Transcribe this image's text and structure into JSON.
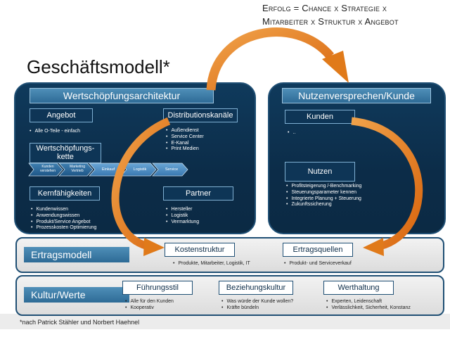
{
  "formula": {
    "line1": "Erfolg = Chance x Strategie x",
    "line2": "Mitarbeiter x Struktur x Angebot"
  },
  "title": "Geschäftsmodell*",
  "left_panel": {
    "header": "Wertschöpfungsarchitektur",
    "angebot": {
      "label": "Angebot",
      "items": [
        "Alle O-Teile - einfach"
      ]
    },
    "distribution": {
      "label": "Distributionskanäle",
      "items": [
        "Außendienst",
        "Service Center",
        "E-Kanal",
        "Print Medien"
      ]
    },
    "wertschoepfung": {
      "label_line1": "Wertschöpfungs-",
      "label_line2": "kette"
    },
    "chain": [
      "Kunden verstehen",
      "Marketing Vertrieb",
      "Einkauf",
      "Logistik",
      "Service"
    ],
    "kern": {
      "label": "Kernfähigkeiten",
      "items": [
        "Kundenwissen",
        "Anwendungswissen",
        "Produkt/Service Angebot",
        "Prozesskosten Optimierung"
      ]
    },
    "partner": {
      "label": "Partner",
      "items": [
        "Hersteller",
        "Logistik",
        "Vermarktung"
      ]
    }
  },
  "right_panel": {
    "header": "Nutzenversprechen/Kunde",
    "kunden": {
      "label": "Kunden",
      "items": [
        ".."
      ]
    },
    "nutzen": {
      "label": "Nutzen",
      "items": [
        "Profitsteigerung /-Benchmarking",
        "Steuerungsparameter kennen",
        "Integrierte Planung + Steuerung",
        "Zukunftssicherung"
      ]
    }
  },
  "ertragsmodell": {
    "label": "Ertragsmodell",
    "kostenstruktur": {
      "label": "Kostenstruktur",
      "items": [
        "Produkte, Mitarbeiter, Logistik, IT"
      ]
    },
    "ertragsquellen": {
      "label": "Ertragsquellen",
      "items": [
        "Produkt- und Serviceverkauf"
      ]
    }
  },
  "kultur": {
    "label": "Kultur/Werte",
    "fuehrungsstil": {
      "label": "Führungsstil",
      "items": [
        "Alle für den Kunden",
        "Kooperativ"
      ]
    },
    "beziehungskultur": {
      "label": "Beziehungskultur",
      "items": [
        "Was würde der Kunde wollen?",
        "Kräfte bündeln"
      ]
    },
    "werthaltung": {
      "label": "Werthaltung",
      "items": [
        "Experten, Leidenschaft",
        "Verlässlichkeit, Sicherheit, Konstanz"
      ]
    }
  },
  "footnote": "*nach Patrick Stähler und Norbert Haehnel",
  "colors": {
    "navy": "#0c2c48",
    "accent_blue": "#2e6b96",
    "arrow_orange": "#e07a1a"
  }
}
